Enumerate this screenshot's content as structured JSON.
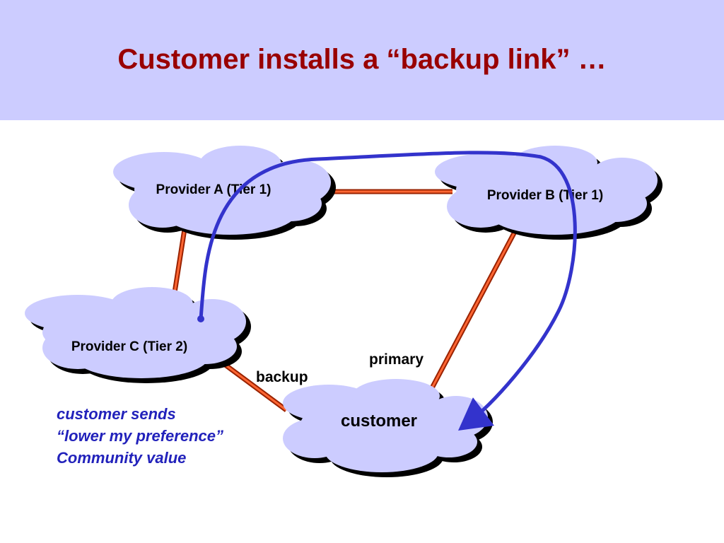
{
  "slide": {
    "title": "Customer installs a “backup link” …"
  },
  "nodes": {
    "provider_a": "Provider A (Tier 1)",
    "provider_b": "Provider B (Tier 1)",
    "provider_c": "Provider C (Tier 2)",
    "customer": "customer"
  },
  "links": {
    "backup_label": "backup",
    "primary_label": "primary"
  },
  "note": {
    "lines": [
      "customer sends",
      "“lower my preference”",
      "Community value"
    ]
  },
  "colors": {
    "title_band": "#ccccff",
    "title_text": "#990000",
    "cloud_fill": "#ccccff",
    "link": "#ee4411",
    "path_arrow": "#3333cc",
    "note_text": "#2222bb"
  }
}
